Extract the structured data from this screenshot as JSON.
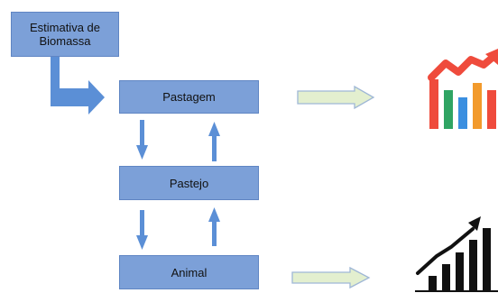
{
  "nodes": {
    "estimativa": "Estimativa de\nBiomassa",
    "pastagem": "Pastagem",
    "pastejo": "Pastejo",
    "animal": "Animal"
  },
  "colors": {
    "box_fill": "#7ca0d8",
    "box_border": "#5f85c3",
    "arrow_blue": "#5b8fd6",
    "arrow_green_fill": "#e3efcf",
    "arrow_green_stroke": "#9fb7d6",
    "icon_red": "#ef4b3c",
    "icon_orange": "#f29a2c",
    "icon_green": "#2fa463",
    "icon_blue": "#3a8fe0",
    "icon_black": "#111111"
  },
  "icons": [
    "colored-bar-chart-trend-icon",
    "black-growth-chart-icon"
  ]
}
